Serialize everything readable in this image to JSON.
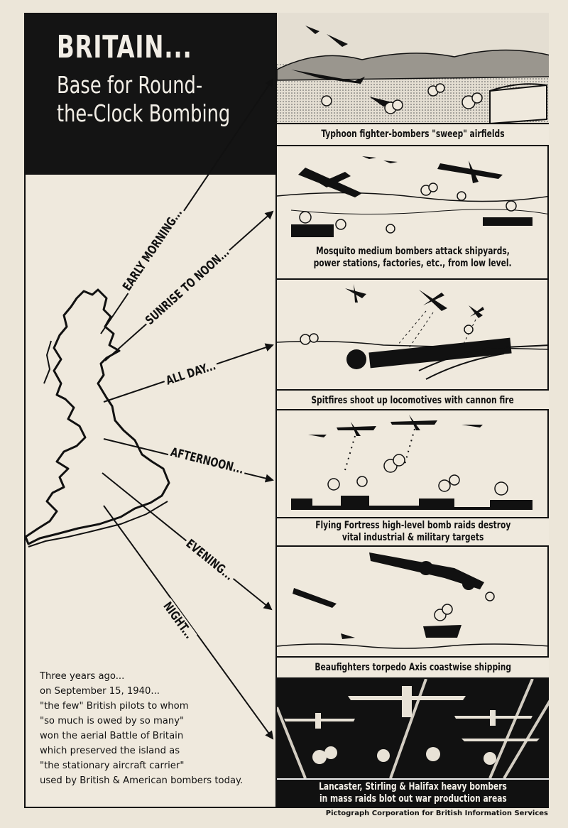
{
  "title": {
    "main": "BRITAIN...",
    "line1": "Base for Round-",
    "line2": "the-Clock Bombing"
  },
  "times": {
    "early_morning": "EARLY MORNING...",
    "sunrise_to_noon": "SUNRISE TO NOON...",
    "all_day": "ALL DAY...",
    "afternoon": "AFTERNOON...",
    "evening": "EVENING...",
    "night": "NIGHT..."
  },
  "panels": [
    {
      "caption_lines": [
        "Typhoon fighter-bombers \"sweep\" airfields"
      ]
    },
    {
      "caption_lines": [
        "Mosquito medium bombers attack shipyards,",
        "power stations, factories, etc., from low level."
      ]
    },
    {
      "caption_lines": [
        "Spitfires shoot up locomotives with cannon fire"
      ]
    },
    {
      "caption_lines": [
        "Flying Fortress high-level bomb raids destroy",
        "vital industrial & military targets"
      ]
    },
    {
      "caption_lines": [
        "Beaufighters torpedo Axis coastwise shipping"
      ]
    },
    {
      "caption_lines": [
        "Lancaster, Stirling & Halifax heavy bombers",
        "in mass raids blot out war production areas"
      ]
    }
  ],
  "note_lines": [
    "Three years ago...",
    "on September 15, 1940...",
    "\"the few\" British pilots to whom",
    "\"so much is owed by so many\"",
    "won the aerial Battle of Britain",
    "which preserved the island as",
    "\"the stationary aircraft carrier\"",
    "used by British & American bombers today."
  ],
  "credit": "Pictograph Corporation for British Information Services",
  "colors": {
    "ink": "#111111",
    "paper": "#efe9dd"
  }
}
